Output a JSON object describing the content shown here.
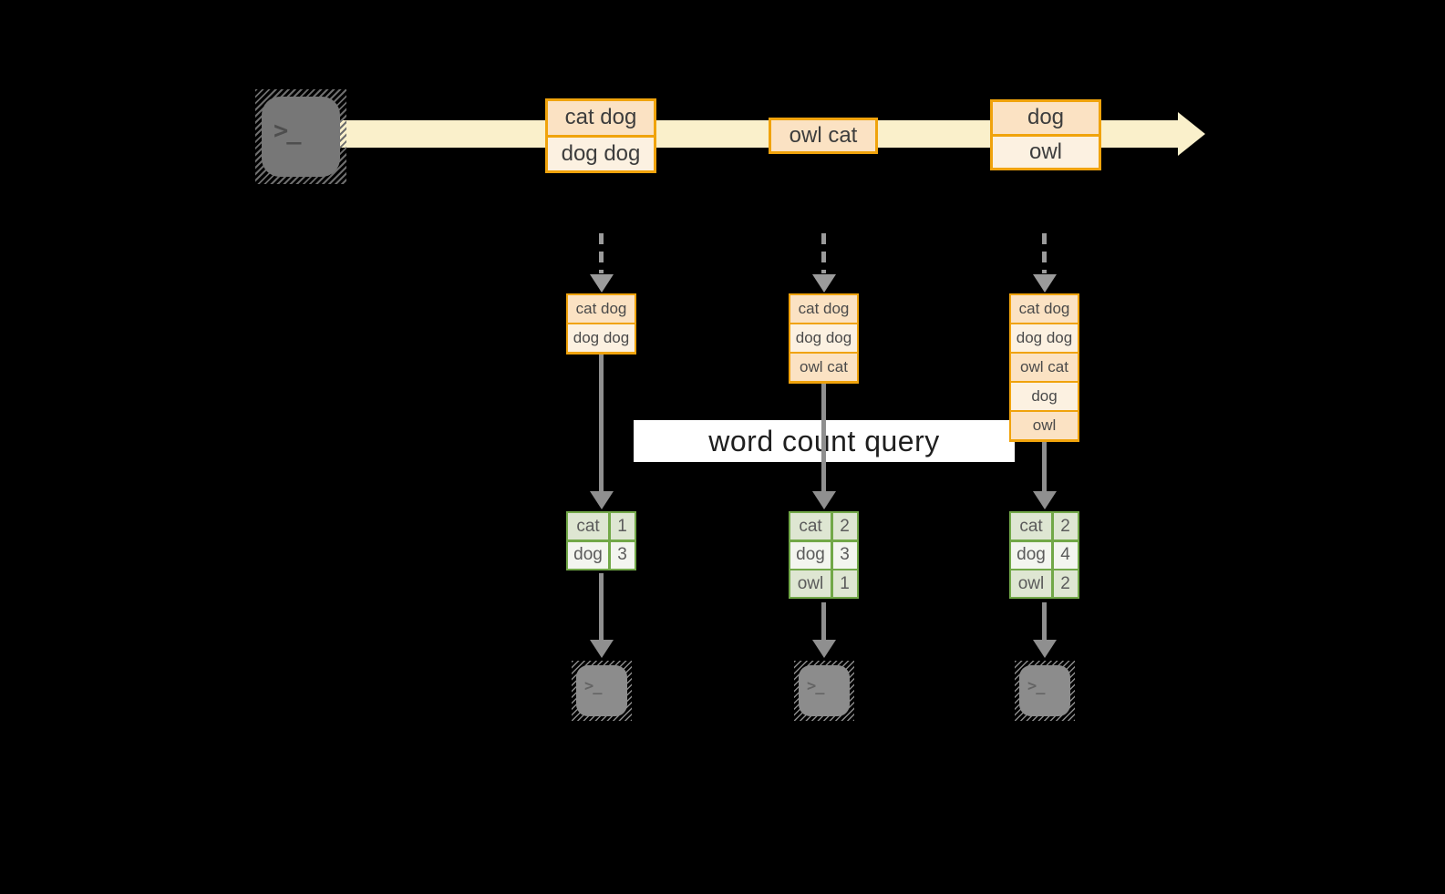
{
  "query_label": "word count query",
  "stream": {
    "source_icon": "terminal-icon",
    "glyph": ">_",
    "batches": [
      {
        "items": [
          "cat dog",
          "dog dog"
        ]
      },
      {
        "items": [
          "owl cat"
        ]
      },
      {
        "items": [
          "dog",
          "owl"
        ]
      }
    ]
  },
  "columns": [
    {
      "stack": [
        "cat dog",
        "dog dog"
      ],
      "counts": [
        {
          "word": "cat",
          "count": "1"
        },
        {
          "word": "dog",
          "count": "3"
        }
      ],
      "sink_icon": "terminal-icon"
    },
    {
      "stack": [
        "cat dog",
        "dog dog",
        "owl cat"
      ],
      "counts": [
        {
          "word": "cat",
          "count": "2"
        },
        {
          "word": "dog",
          "count": "3"
        },
        {
          "word": "owl",
          "count": "1"
        }
      ],
      "sink_icon": "terminal-icon"
    },
    {
      "stack": [
        "cat dog",
        "dog dog",
        "owl cat",
        "dog",
        "owl"
      ],
      "counts": [
        {
          "word": "cat",
          "count": "2"
        },
        {
          "word": "dog",
          "count": "4"
        },
        {
          "word": "owl",
          "count": "2"
        }
      ],
      "sink_icon": "terminal-icon"
    }
  ],
  "colors": {
    "background": "#000000",
    "stream_band": "#FAF0CB",
    "box_border": "#F0A30C",
    "box_fill_dark": "#FBE2C3",
    "box_fill_light": "#FCF1E1",
    "table_border": "#72A848",
    "table_cell_dark": "#DEE6D2",
    "table_cell_light": "#F3F5EF",
    "arrow_gray": "#8F8F8F",
    "query_band_bg": "#FFFFFF"
  }
}
